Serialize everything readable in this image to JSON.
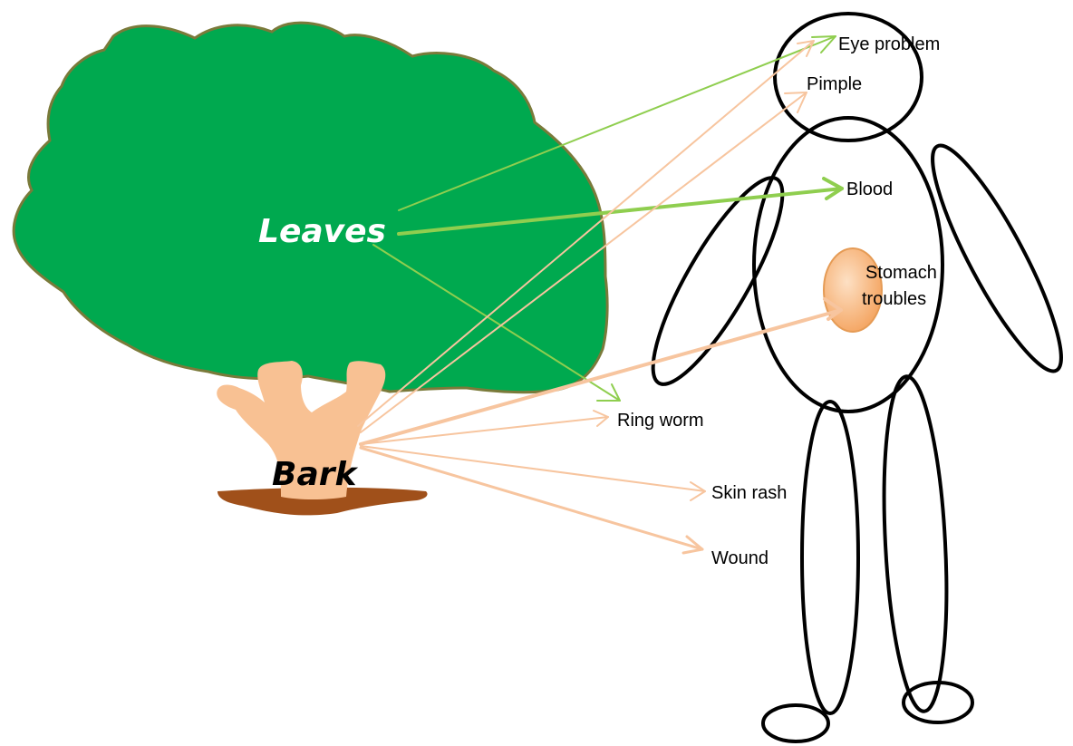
{
  "parts": {
    "leaves": "Leaves",
    "bark": "Bark"
  },
  "ailments": {
    "eye_problem": "Eye problem",
    "pimple": "Pimple",
    "blood": "Blood",
    "stomach_line1": "Stomach",
    "stomach_line2": "troubles",
    "ring_worm": "Ring worm",
    "skin_rash": "Skin rash",
    "wound": "Wound"
  },
  "colors": {
    "foliage": "#00a94f",
    "foliage_outline": "#7a7a3a",
    "trunk": "#f8c193",
    "soil": "#a0501a",
    "leaves_arrow": "#8fce4f",
    "bark_arrow": "#f7c59f",
    "blood_text": "#ff0000",
    "stomach_fill": "#f9b77a"
  }
}
